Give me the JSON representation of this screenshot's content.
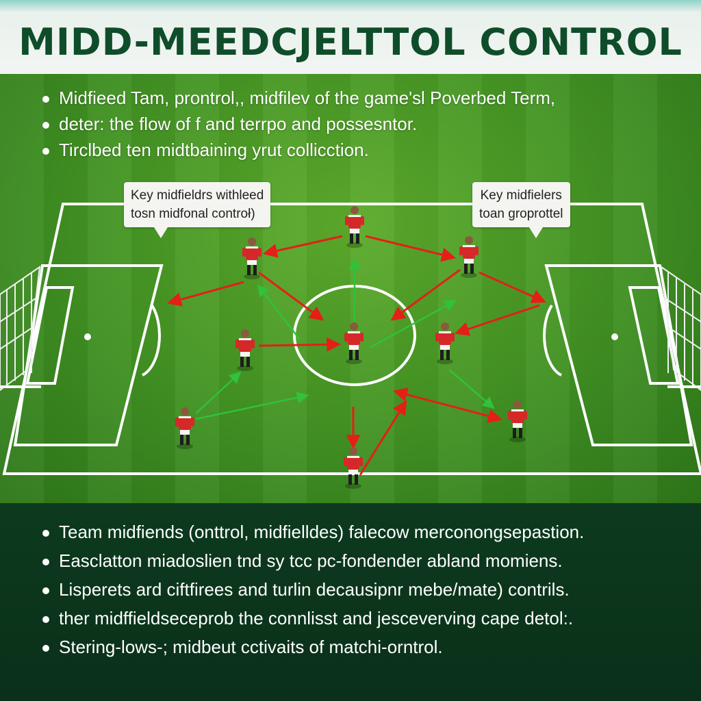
{
  "title": "MIDD-MEEDCJELTTOL CONTROL",
  "top_bullets": [
    "Midfieed Tam, prontrol,, midfilev of the game'sl Poverbed Term,",
    "deter: the flow of f and terrpo and possesntor.",
    "Tirclbed ten midtbaining yrut collicction."
  ],
  "callouts": {
    "left": {
      "line1": "Key midfieldrs withleed",
      "line2": "tosn midfonal controł)"
    },
    "right": {
      "line1": "Key midfielers",
      "line2": "toan groprottel"
    }
  },
  "bottom_bullets": [
    "Team midfiends (onttrol, midfielldes) falecow merconongsepastion.",
    "Easclatton miadoslien tnd sy tcc pc-fondender abland momiens.",
    "Lisperets ard ciftfirees and turlin decausipnr mebe/mate) contrils.",
    "ther midffieldseceprob the connlisst and jesceverving cape detol:.",
    "Stering-lows-; midbeut cctivaits of matchi-orntrol."
  ],
  "colors": {
    "title": "#0f4d2a",
    "pass_red": "#e41f16",
    "pass_green": "#2fc23a",
    "kit_red": "#d62828",
    "bottom_panel": "#0d3a1f"
  }
}
